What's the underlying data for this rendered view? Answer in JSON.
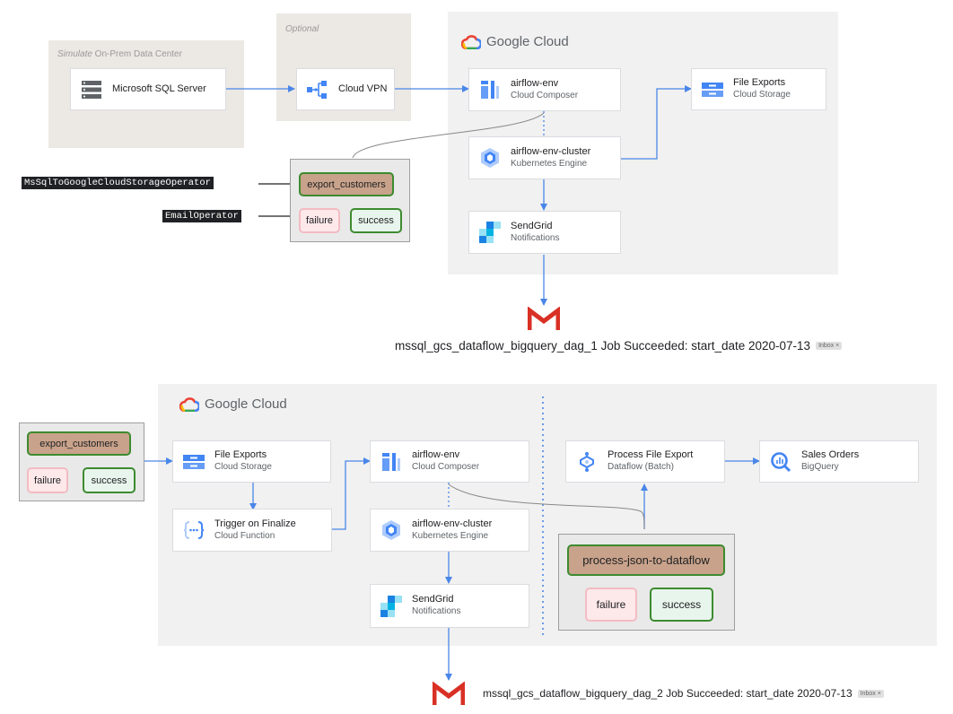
{
  "top": {
    "onprem_label_italic": "Simulate",
    "onprem_label_rest": " On-Prem Data Center",
    "optional_label": "Optional",
    "google_cloud": "Google Cloud",
    "nodes": {
      "sqlserver": {
        "title": "Microsoft SQL Server"
      },
      "vpn": {
        "title": "Cloud VPN"
      },
      "composer": {
        "title": "airflow-env",
        "sub": "Cloud Composer"
      },
      "storage": {
        "title": "File Exports",
        "sub": "Cloud Storage"
      },
      "gke": {
        "title": "airflow-env-cluster",
        "sub": "Kubernetes Engine"
      },
      "sendgrid": {
        "title": "SendGrid",
        "sub": "Notifications"
      }
    },
    "dag": {
      "main": "export_customers",
      "failure": "failure",
      "success": "success"
    },
    "operators": {
      "mssql": "MsSqlToGoogleCloudStorageOperator",
      "email": "EmailOperator"
    },
    "email": {
      "subject": "mssql_gcs_dataflow_bigquery_dag_1 Job Succeeded: start_date 2020-07-13",
      "badge": "Inbox ×"
    }
  },
  "bottom": {
    "google_cloud": "Google Cloud",
    "dag1": {
      "main": "export_customers",
      "failure": "failure",
      "success": "success"
    },
    "nodes": {
      "storage": {
        "title": "File Exports",
        "sub": "Cloud Storage"
      },
      "function": {
        "title": "Trigger on Finalize",
        "sub": "Cloud Function"
      },
      "composer": {
        "title": "airflow-env",
        "sub": "Cloud Composer"
      },
      "gke": {
        "title": "airflow-env-cluster",
        "sub": "Kubernetes Engine"
      },
      "sendgrid": {
        "title": "SendGrid",
        "sub": "Notifications"
      },
      "dataflow": {
        "title": "Process File Export",
        "sub": "Dataflow (Batch)"
      },
      "bigquery": {
        "title": "Sales Orders",
        "sub": "BigQuery"
      }
    },
    "dag2": {
      "main": "process-json-to-dataflow",
      "failure": "failure",
      "success": "success"
    },
    "email": {
      "subject": "mssql_gcs_dataflow_bigquery_dag_2 Job Succeeded: start_date 2020-07-13",
      "badge": "Inbox ×"
    }
  },
  "colors": {
    "arrow": "#4a86e8",
    "region": "#ece8e4",
    "gcp_region": "#f1f1f1",
    "dag_green": "#3d8b2f",
    "dag_main": "#c8a28a"
  }
}
